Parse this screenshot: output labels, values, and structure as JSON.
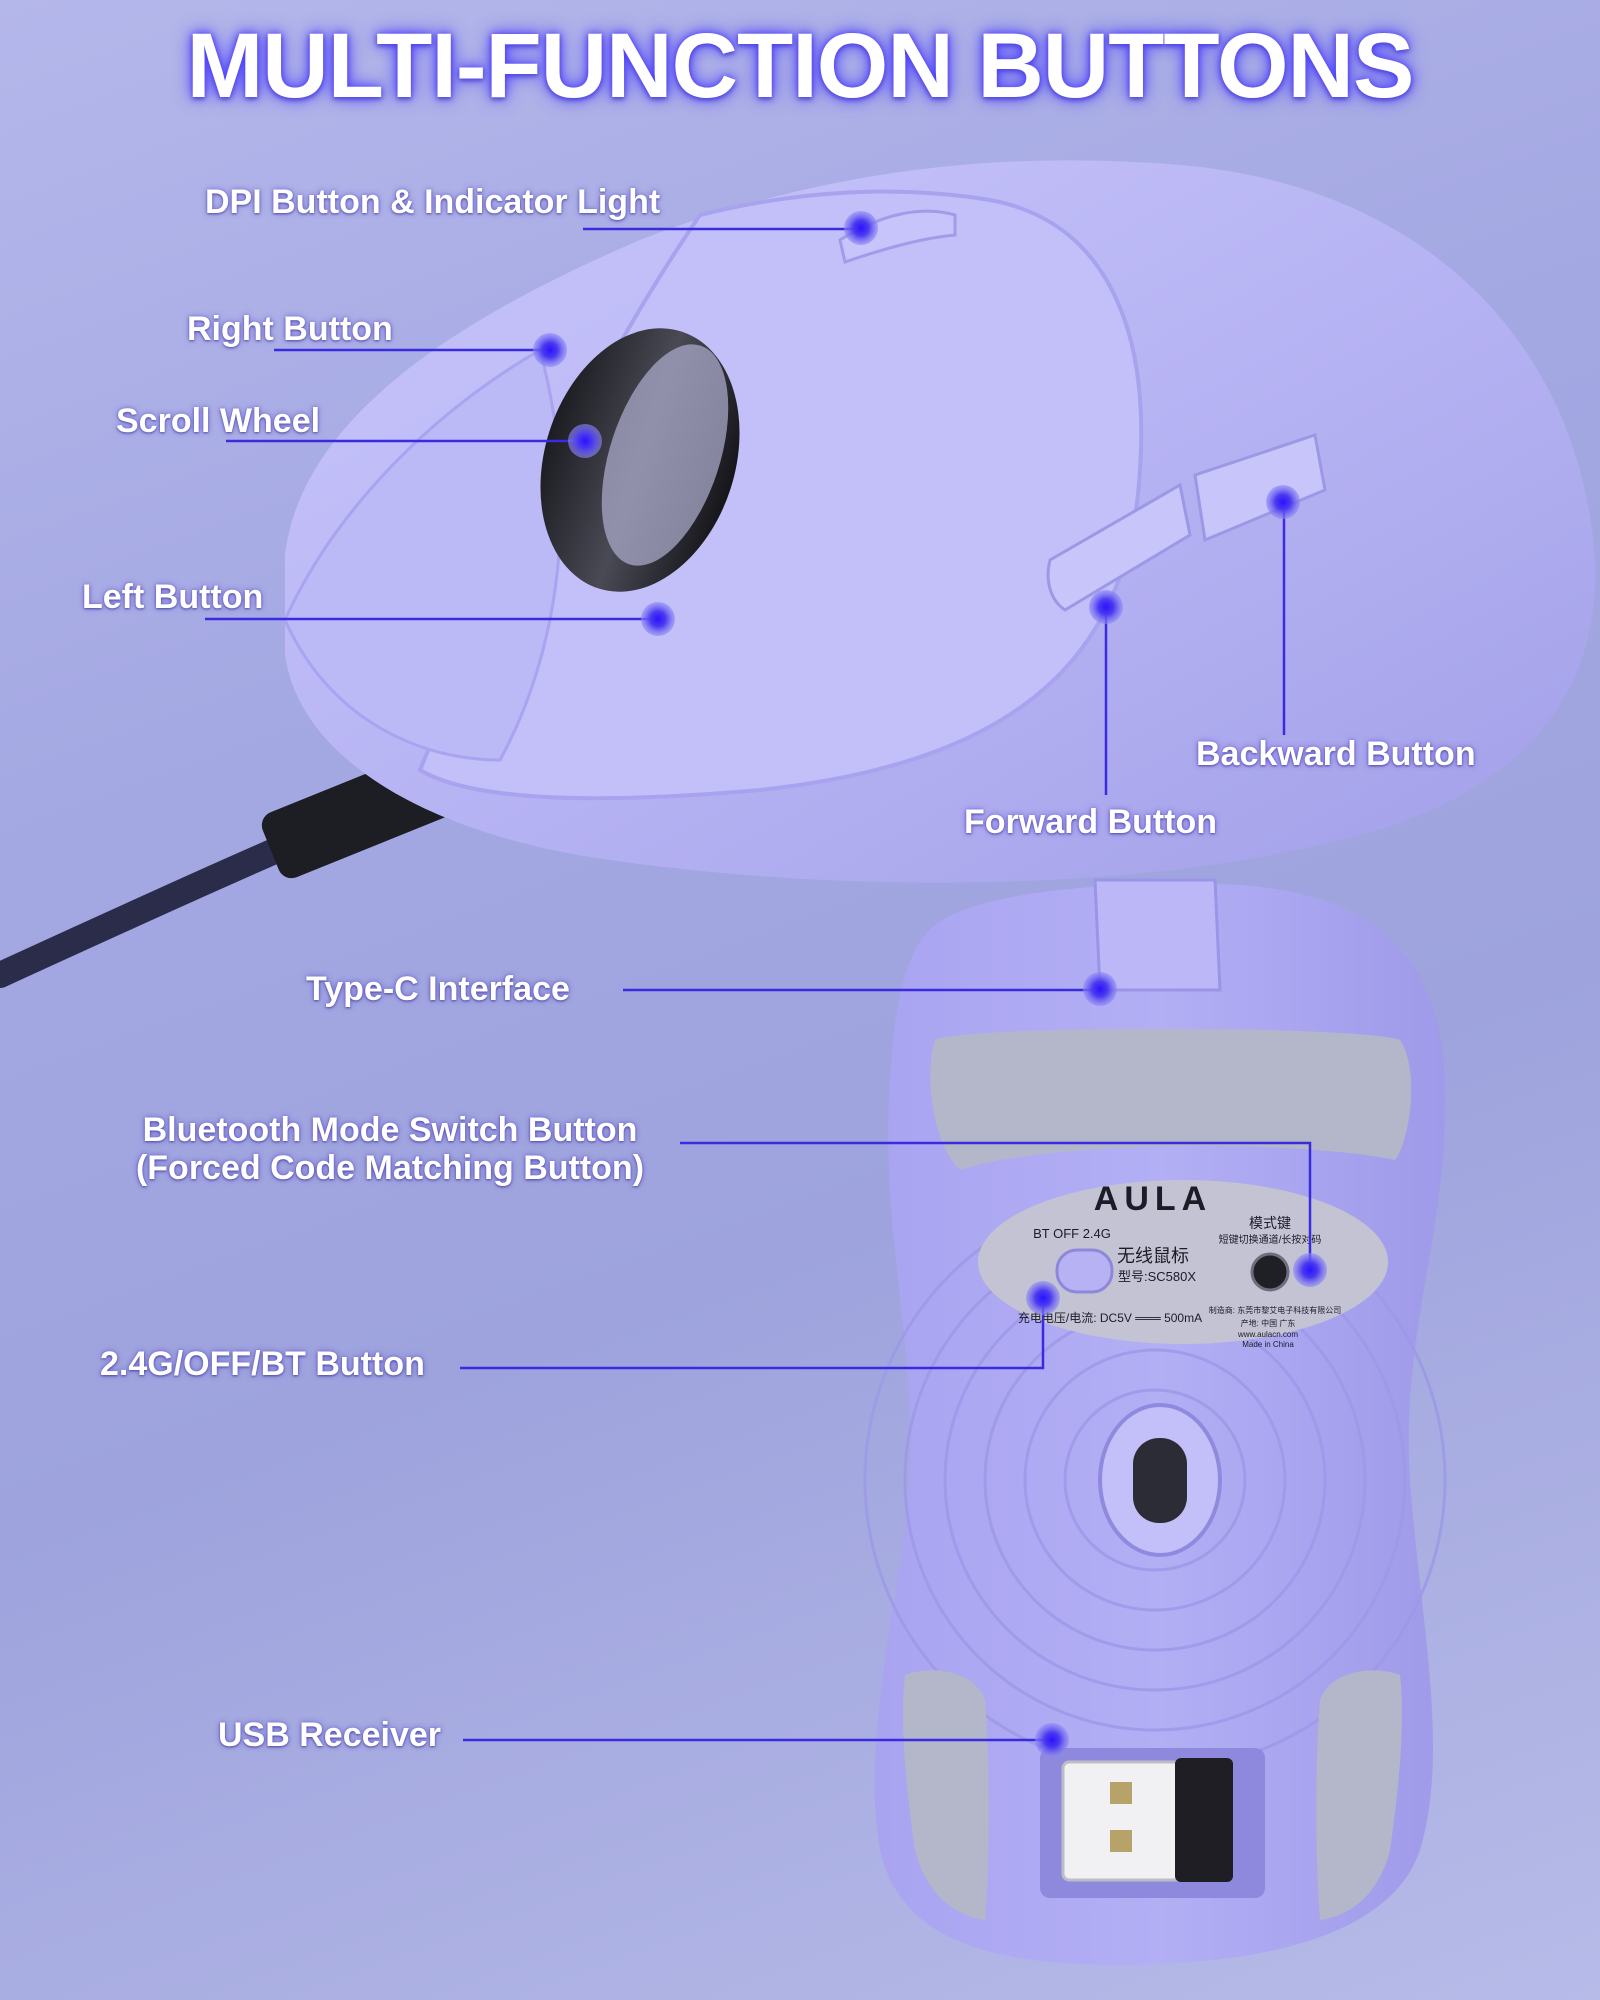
{
  "title": "MULTI-FUNCTION BUTTONS",
  "callouts": {
    "dpi": "DPI Button & Indicator Light",
    "right": "Right Button",
    "scroll": "Scroll Wheel",
    "left": "Left Button",
    "backward": "Backward Button",
    "forward": "Forward Button",
    "typec": "Type-C Interface",
    "bt_line1": "Bluetooth Mode Switch Button",
    "bt_line2": "(Forced Code Matching Button)",
    "mode": "2.4G/OFF/BT Button",
    "usb": "USB Receiver"
  },
  "bottom_label": {
    "brand": "AULA",
    "switch_modes": "BT  OFF  2.4G",
    "product_cn": "无线鼠标",
    "model": "型号:SC580X",
    "power": "充电电压/电流: DC5V ═══ 500mA",
    "mode_key_cn": "模式键",
    "mode_key_desc": "短键切换通道/长按对码",
    "maker_line1": "制造商: 东莞市黎艾电子科技有限公司",
    "maker_line2": "产地: 中国 广东",
    "website": "www.aulacn.com",
    "made_in": "Made in China"
  },
  "colors": {
    "mouse_body": "#b9b6f6",
    "accent_line": "#3a2be0",
    "callout_dot": "#4a35ee",
    "skate_pad": "#b4b6c9",
    "label_plate": "#c4c3d4"
  },
  "icons": [
    "callout-dot-icon"
  ]
}
